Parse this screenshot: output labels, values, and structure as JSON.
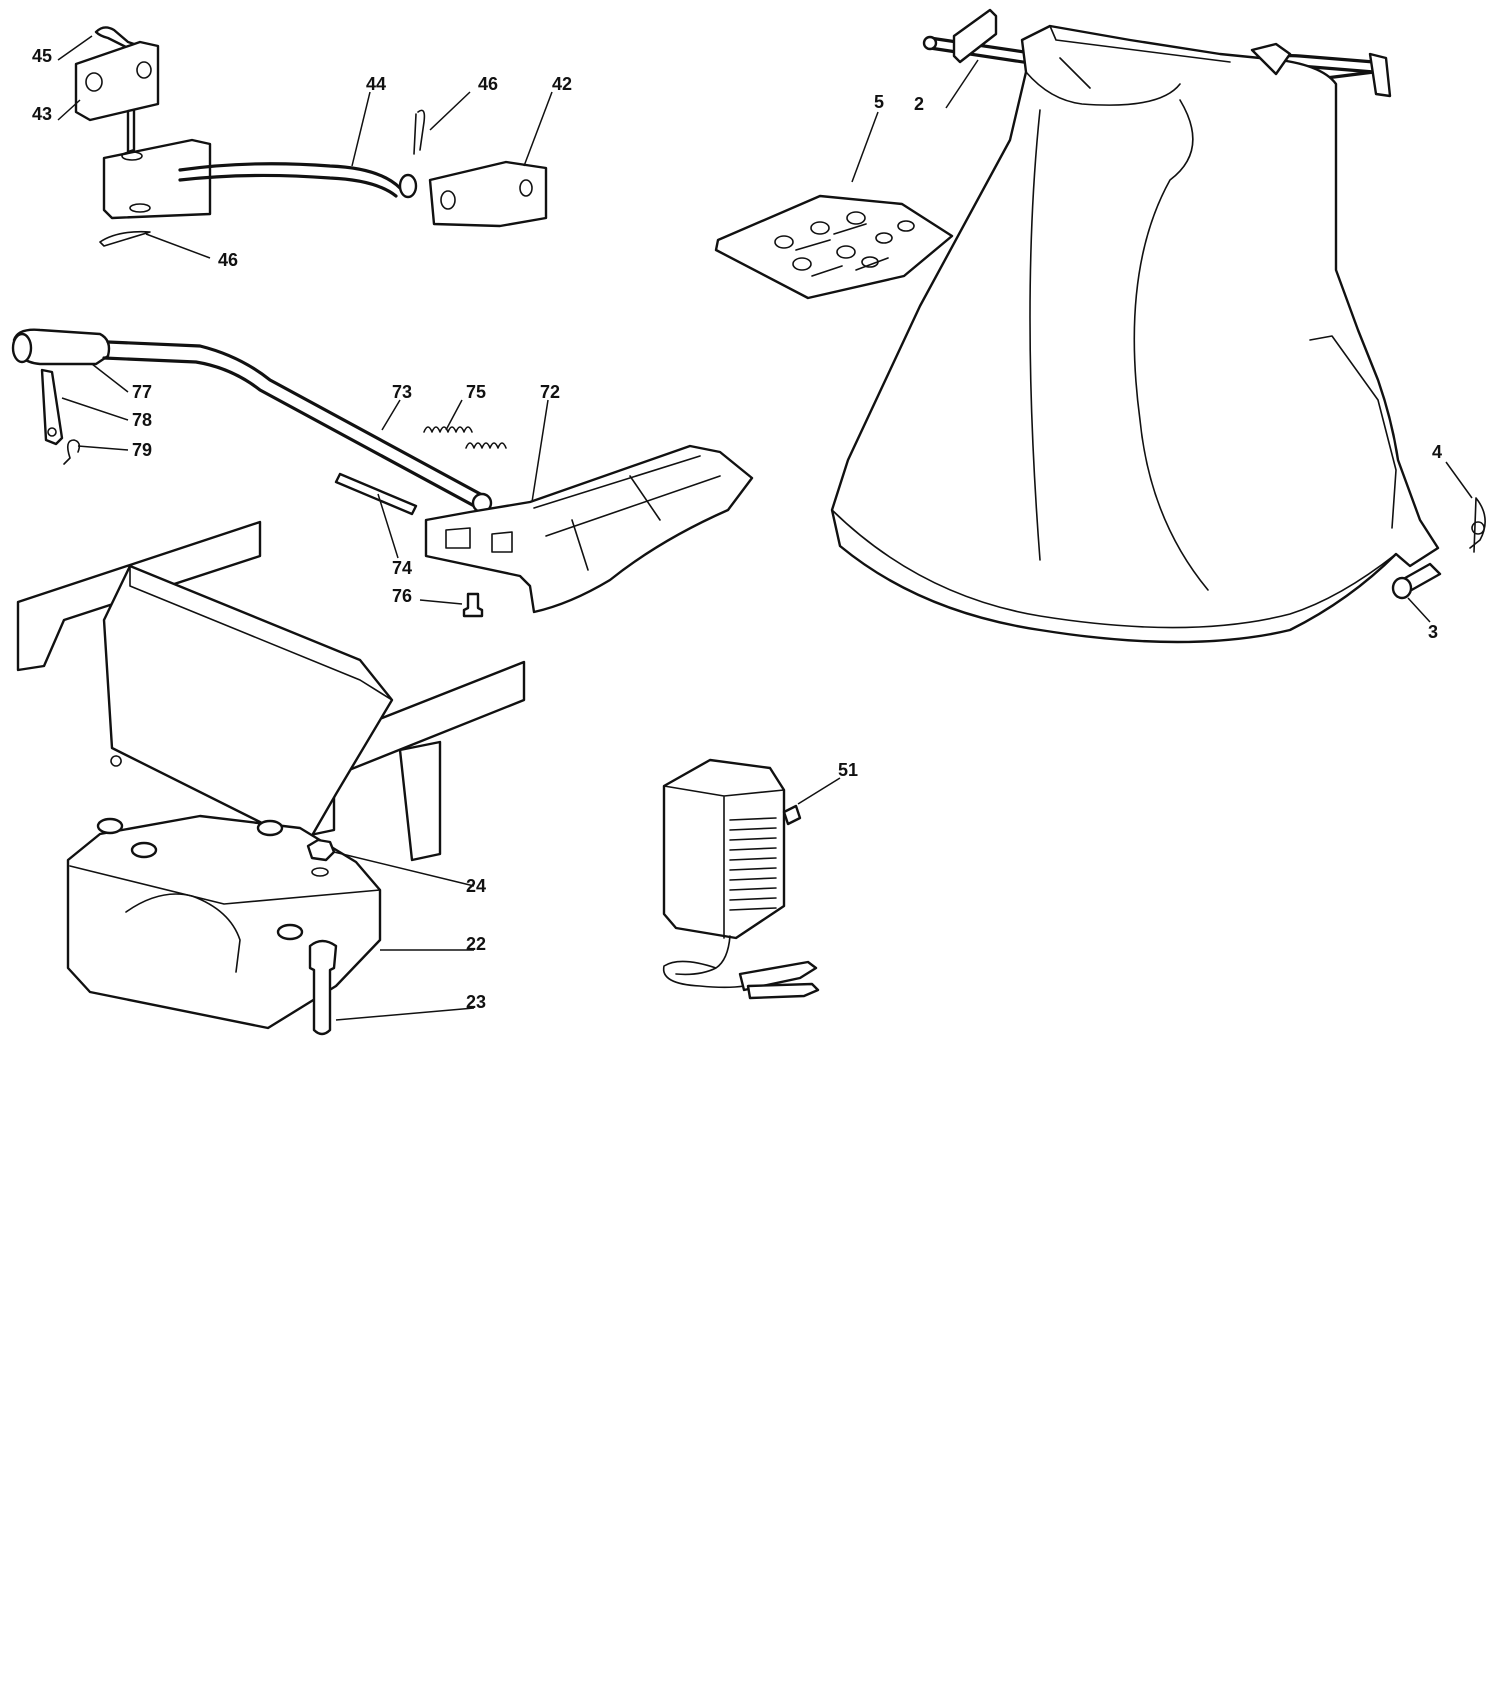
{
  "colors": {
    "line": "#111111",
    "background": "#ffffff"
  },
  "callouts": {
    "c45": "45",
    "c43": "43",
    "c44": "44",
    "c46a": "46",
    "c42": "42",
    "c46b": "46",
    "c77": "77",
    "c78": "78",
    "c79": "79",
    "c73": "73",
    "c75": "75",
    "c72": "72",
    "c74": "74",
    "c76": "76",
    "c24": "24",
    "c22": "22",
    "c23": "23",
    "c51": "51",
    "c5": "5",
    "c2": "2",
    "c4": "4",
    "c3": "3"
  }
}
